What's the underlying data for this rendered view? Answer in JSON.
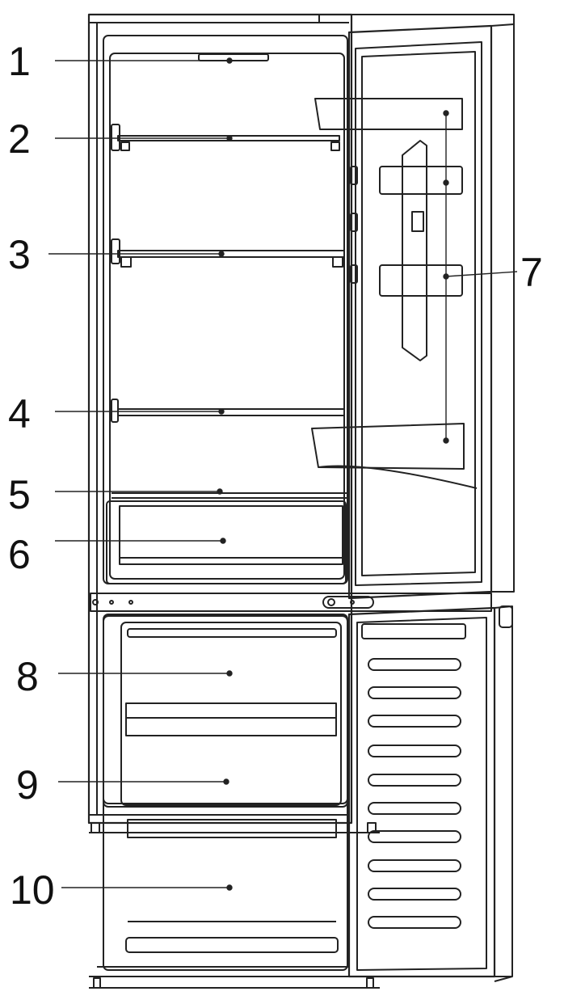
{
  "diagram": {
    "callouts": [
      {
        "id": "1",
        "label": "1"
      },
      {
        "id": "2",
        "label": "2"
      },
      {
        "id": "3",
        "label": "3"
      },
      {
        "id": "4",
        "label": "4"
      },
      {
        "id": "5",
        "label": "5"
      },
      {
        "id": "6",
        "label": "6"
      },
      {
        "id": "7",
        "label": "7"
      },
      {
        "id": "8",
        "label": "8"
      },
      {
        "id": "9",
        "label": "9"
      },
      {
        "id": "10",
        "label": "10"
      }
    ],
    "line_color": "#222222",
    "background": "#ffffff"
  }
}
